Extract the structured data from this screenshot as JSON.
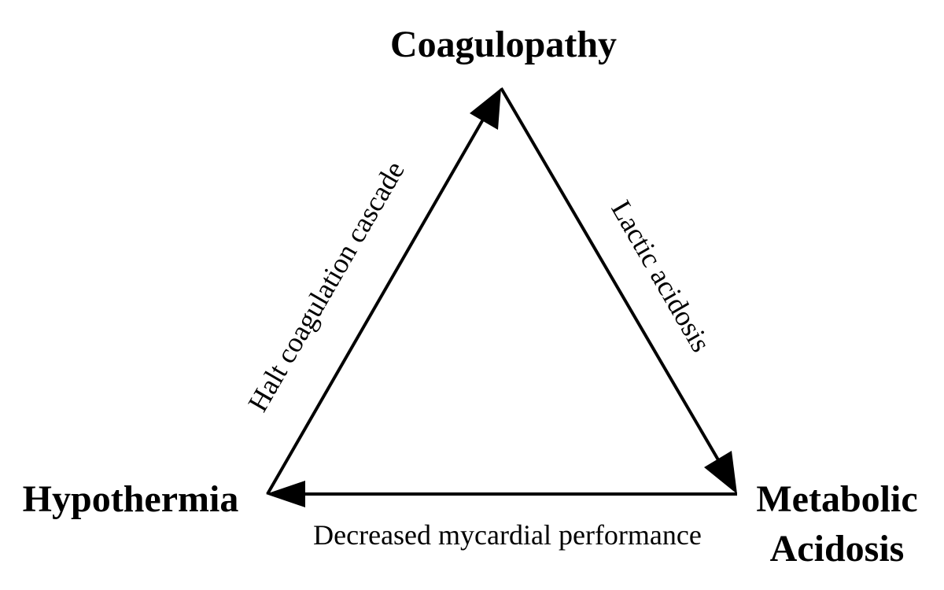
{
  "nodes": {
    "top": "Coagulopathy",
    "left": "Hypothermia",
    "right_line1": "Metabolic",
    "right_line2": "Acidosis"
  },
  "edges": {
    "left_edge": "Halt coagulation cascade",
    "right_edge": "Lactic acidosis",
    "bottom_edge": "Decreased mycardial performance"
  },
  "colors": {
    "stroke": "#000000",
    "background": "#ffffff"
  }
}
